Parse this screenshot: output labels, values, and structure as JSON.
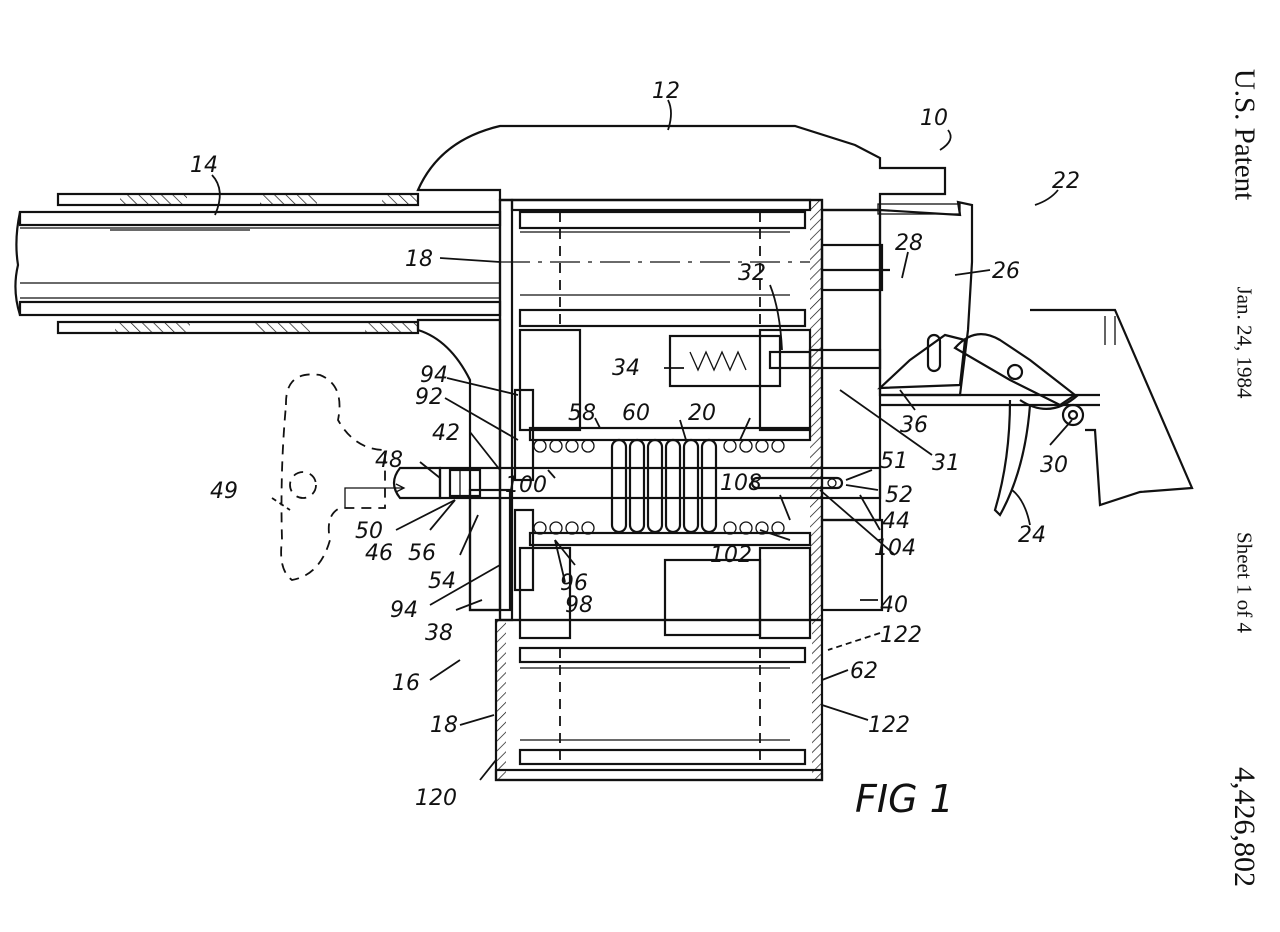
{
  "header": {
    "title": "U.S. Patent",
    "date": "Jan. 24, 1984",
    "sheet": "Sheet 1 of 4",
    "patent_number": "4,426,802"
  },
  "figure": {
    "caption": "FIG 1"
  },
  "reference_numerals": {
    "n10": "10",
    "n12": "12",
    "n14": "14",
    "n16": "16",
    "n18_top": "18",
    "n18_bottom": "18",
    "n20": "20",
    "n22": "22",
    "n24": "24",
    "n26": "26",
    "n28": "28",
    "n30": "30",
    "n31": "31",
    "n32": "32",
    "n34": "34",
    "n36": "36",
    "n38": "38",
    "n40": "40",
    "n42": "42",
    "n44": "44",
    "n46": "46",
    "n48": "48",
    "n49": "49",
    "n50": "50",
    "n51": "51",
    "n52": "52",
    "n54": "54",
    "n56": "56",
    "n58": "58",
    "n60": "60",
    "n62": "62",
    "n92": "92",
    "n94_top": "94",
    "n94_bottom": "94",
    "n96": "96",
    "n98": "98",
    "n100": "100",
    "n102": "102",
    "n104": "104",
    "n108": "108",
    "n120": "120",
    "n122_top": "122",
    "n122_bottom": "122"
  }
}
